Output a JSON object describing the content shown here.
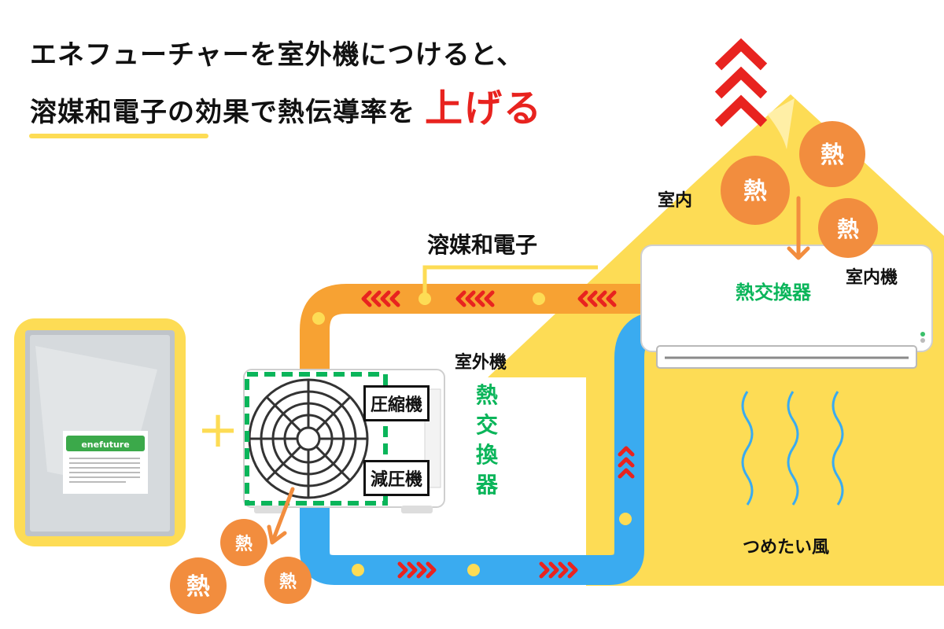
{
  "title": {
    "line1": "エネフューチャーを室外機につけると、",
    "line2": "溶媒和電子の効果で熱伝導率を",
    "emphasis": "上げる"
  },
  "labels": {
    "solvated_electrons": "溶媒和電子",
    "indoor": "室内",
    "indoor_unit": "室内機",
    "heat_exchanger": "熱交換器",
    "outdoor_unit": "室外機",
    "compressor": "圧縮機",
    "decompressor": "減圧機",
    "cool_air": "つめたい風"
  },
  "heat_badge": "熱",
  "plus": "+",
  "product": {
    "brand": "enefuture"
  },
  "colors": {
    "accent_red": "#e8231f",
    "pipe_orange": "#f7a233",
    "pipe_blue": "#3aabf0",
    "house_yellow": "#fddc55",
    "heat_orange": "#f28d3e",
    "green": "#0ab55a"
  }
}
